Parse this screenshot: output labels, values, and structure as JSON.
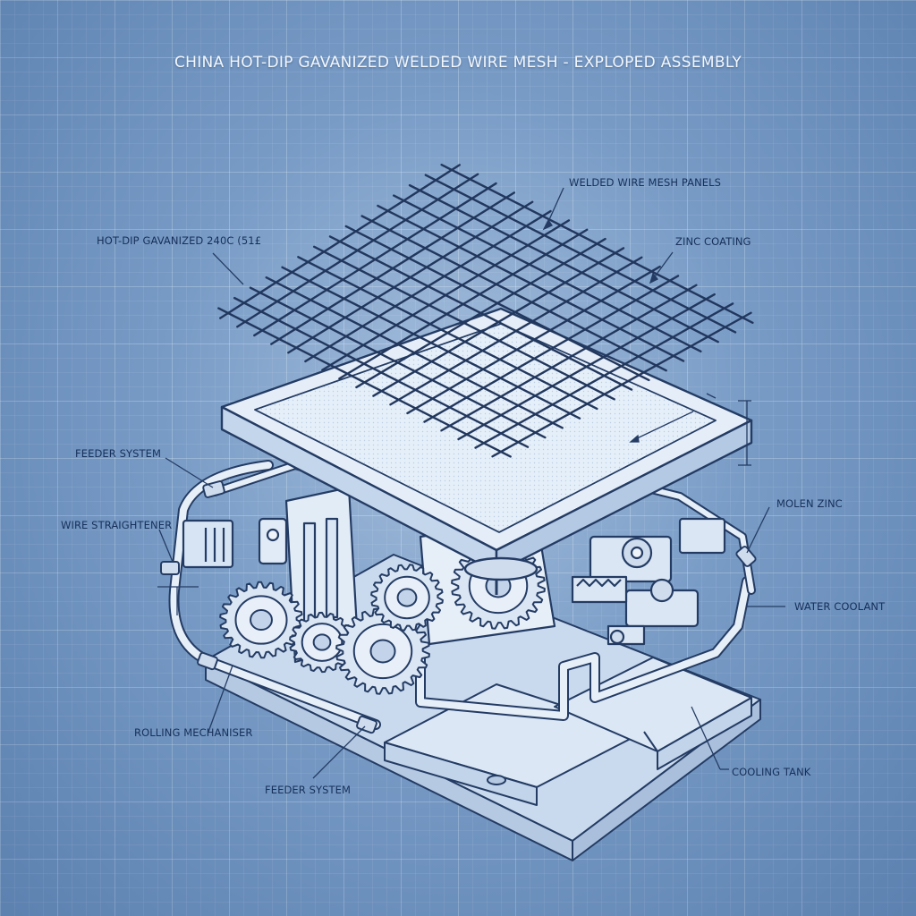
{
  "title": "CHINA HOT-DIP GAVANIZED WELDED WIRE MESH - EXPLOPED ASSEMBLY",
  "labels": {
    "welded_mesh_panels": "WELDED WIRE MESH PANELS",
    "hot_dip": "HOT-DIP GAVANIZED 240C (51£",
    "zinc_coating": "ZINC COATING",
    "feeder_system_top": "FEEDER SYSTEM",
    "wire_straightener": "WIRE STRAIGHTENER",
    "molen_zinc": "MOLEN ZINC",
    "water_coolant": "WATER COOLANT",
    "rolling_mechaniser": "ROLLING MECHANISER",
    "cooling_tank": "COOLING TANK",
    "feeder_system_bottom": "FEEDER SYSTEM"
  },
  "colors": {
    "background": "#6e93c0",
    "line": "#243c64",
    "part_fill": "#dce8f6",
    "label_text": "#17305a",
    "title_text": "#f2f7fc"
  }
}
